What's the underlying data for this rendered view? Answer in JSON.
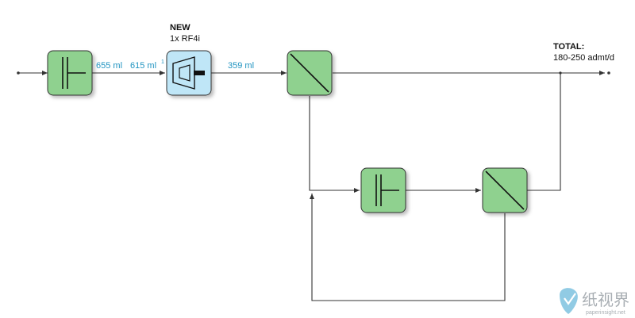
{
  "labels": {
    "flow_1": "655 ml",
    "flow_2": "615 ml",
    "flow_2_note": "1",
    "flow_3": "359 ml",
    "new_title": "NEW",
    "new_subtitle": "1x RF4i",
    "total_title": "TOTAL:",
    "total_value": "180-250 admt/d"
  },
  "watermark": {
    "brand_cn": "纸视界",
    "brand_en": "paperinsight.net"
  },
  "colors": {
    "equipment_green": "#8fd18f",
    "new_equipment_blue": "#bfe6f7",
    "flow_label": "#1f93c0",
    "line": "#333333"
  },
  "icons": [
    "refiner-icon",
    "refiner-icon",
    "screen-icon",
    "screen-icon",
    "cleaner-icon"
  ]
}
